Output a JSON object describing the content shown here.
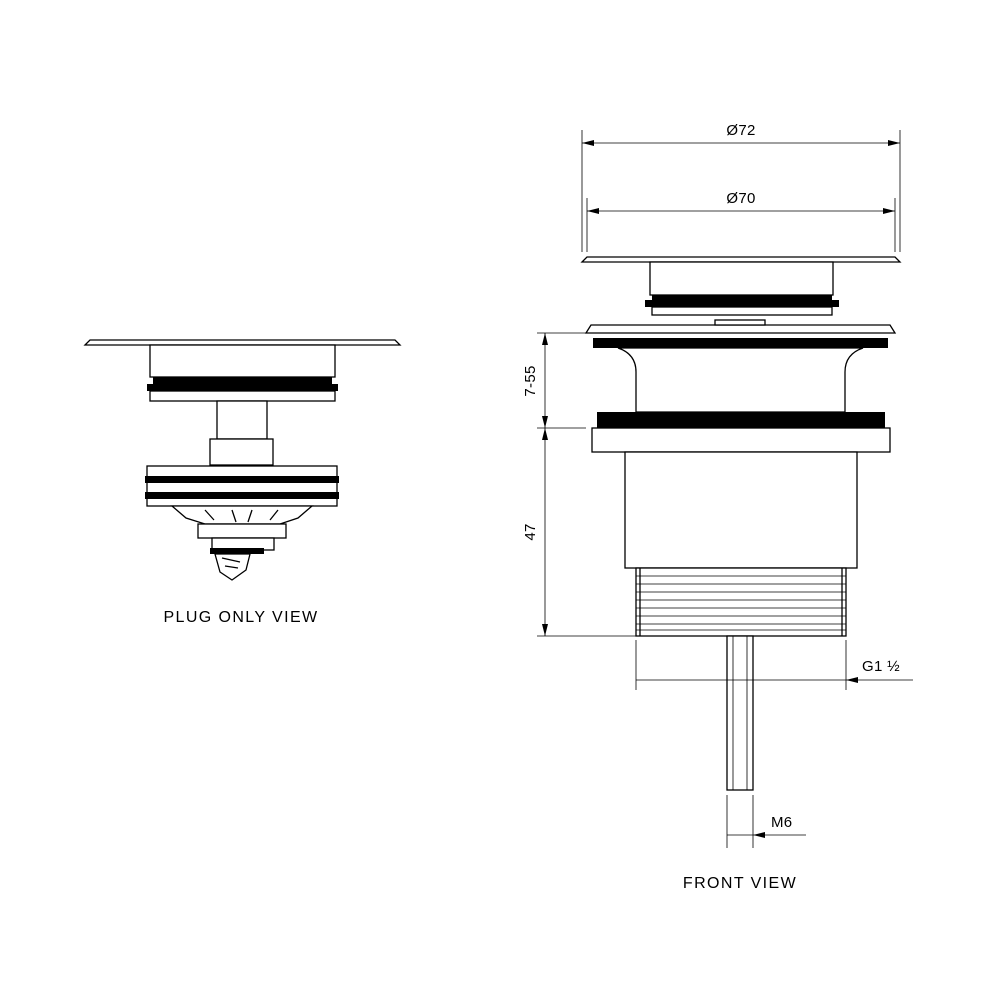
{
  "plug_view": {
    "caption": "PLUG ONLY VIEW"
  },
  "front_view": {
    "caption": "FRONT VIEW",
    "dimensions": {
      "outer_diameter": "Ø72",
      "inner_diameter": "Ø70",
      "adjustable_height": "7-55",
      "body_height": "47",
      "thread": "G1 ½",
      "rod_thread": "M6"
    }
  },
  "colors": {
    "line": "#000000",
    "background": "#ffffff"
  }
}
